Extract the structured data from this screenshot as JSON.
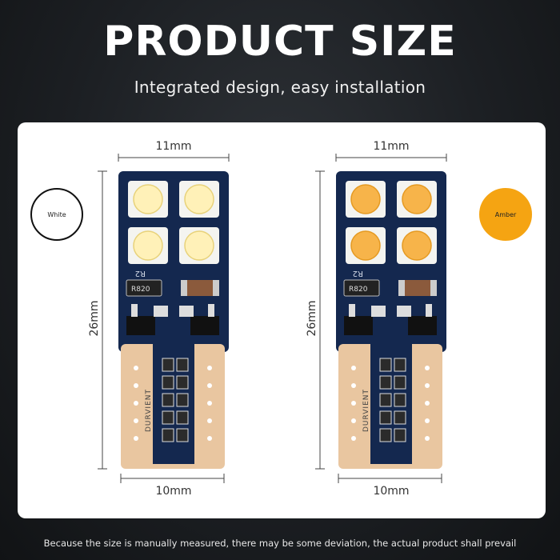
{
  "header": {
    "title": "PRODUCT SIZE",
    "subtitle": "Integrated design, easy installation"
  },
  "products": [
    {
      "color_name": "White",
      "led_color": "#fff1b8",
      "led_edge": "#e8d27a",
      "width_top": "11mm",
      "width_bottom": "10mm",
      "length": "26mm",
      "brand": "DURVIENT",
      "resistor_code": "R820",
      "component_label": "R2"
    },
    {
      "color_name": "Amber",
      "led_color": "#f7b44a",
      "led_edge": "#e59a22",
      "width_top": "11mm",
      "width_bottom": "10mm",
      "length": "26mm",
      "brand": "DURVIENT",
      "resistor_code": "R820",
      "component_label": "R2"
    }
  ],
  "colors": {
    "pcb_blue": "#14284f",
    "copper": "#e9c6a0",
    "amber_badge": "#f5a412"
  },
  "footer": {
    "note": "Because the size is manually measured, there may be some deviation, the actual product shall prevail"
  }
}
